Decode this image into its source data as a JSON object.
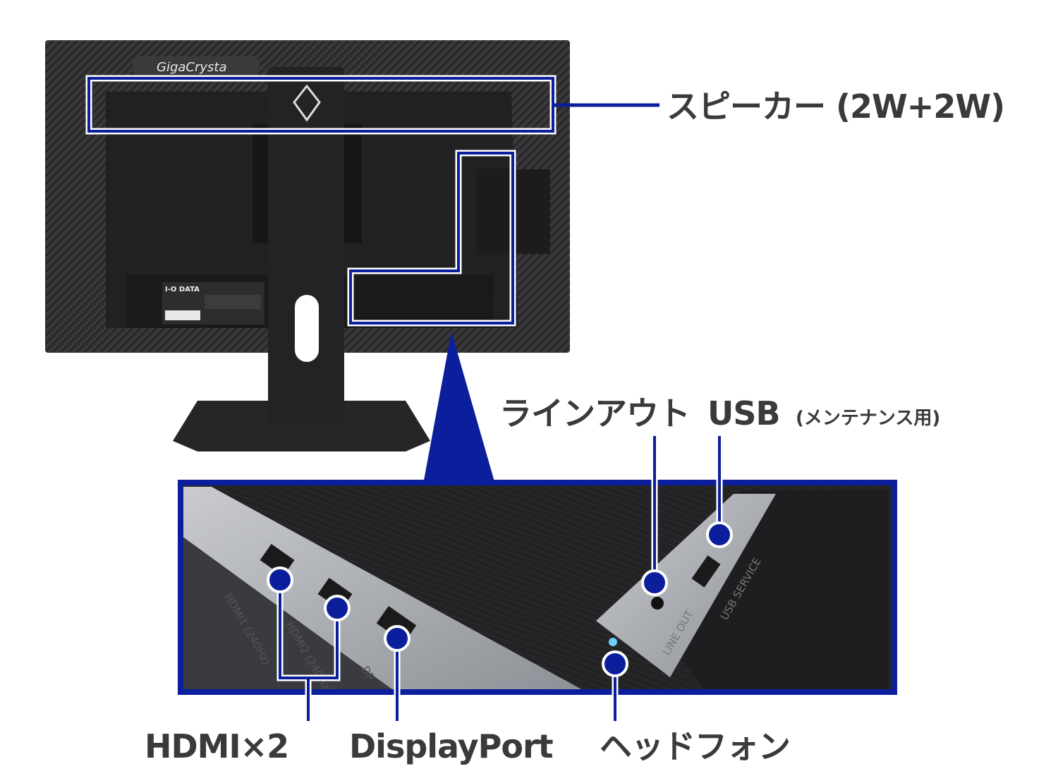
{
  "colors": {
    "accent": "#0b1f9c",
    "text": "#3a3a3a",
    "monitor": "#1c1c1e"
  },
  "product": {
    "logo_text": "GigaCrysta",
    "brand_label": "I-O DATA"
  },
  "callouts": {
    "speaker": "スピーカー (2W+2W)",
    "line_out": "ラインアウト",
    "usb": "USB",
    "usb_note": "(メンテナンス用)",
    "hdmi": "HDMI×2",
    "displayport": "DisplayPort",
    "headphone": "ヘッドフォン"
  },
  "port_markings": {
    "hdmi1": "HDMI1 (240Hz)",
    "hdmi2": "HDMI2 (240Hz)",
    "dp": "DP",
    "line_out": "LINE OUT",
    "usb_service": "USB SERVICE"
  }
}
